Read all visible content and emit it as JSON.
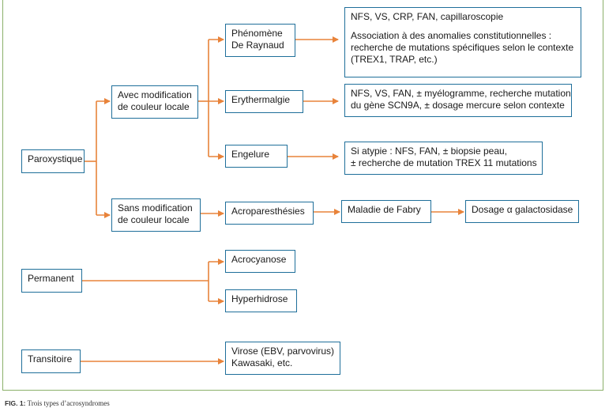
{
  "nodes": {
    "paroxystique": "Paroxystique",
    "permanent": "Permanent",
    "transitoire": "Transitoire",
    "avec_modif": [
      "Avec modification",
      "de couleur locale"
    ],
    "sans_modif": [
      "Sans modification",
      "de couleur locale"
    ],
    "raynaud": [
      "Phénomène",
      "De Raynaud"
    ],
    "erythermalgie": "Erythermalgie",
    "engelure": "Engelure",
    "acroparesthesies": "Acroparesthésies",
    "fabry": "Maladie de Fabry",
    "dosage": "Dosage α galactosidase",
    "acrocyanose": "Acrocyanose",
    "hyperhidrose": "Hyperhidrose",
    "virose": [
      "Virose (EBV, parvovirus)",
      "Kawasaki, etc."
    ]
  },
  "details": {
    "raynaud": [
      "NFS, VS, CRP, FAN, capillaroscopie",
      "",
      "Association à des anomalies constitutionnelles :",
      "recherche de mutations spécifiques selon le contexte",
      "(TREX1, TRAP, etc.)"
    ],
    "erythermalgie": [
      "NFS, VS, FAN, ± myélogramme, recherche mutation",
      "du gène SCN9A, ± dosage mercure selon contexte"
    ],
    "engelure": [
      "Si atypie : NFS, FAN, ± biopsie peau,",
      "± recherche de mutation TREX 11 mutations"
    ]
  },
  "caption": {
    "label": "FIG. 1:",
    "text": "Trois types d’acrosyndromes"
  },
  "colors": {
    "box_border": "#1f6f9a",
    "arrow": "#e8833a",
    "frame": "#8bb06a"
  }
}
